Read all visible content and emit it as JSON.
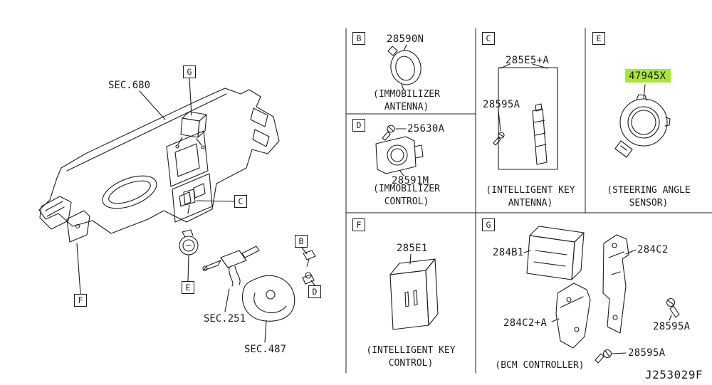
{
  "colors": {
    "highlight": "#a9e636",
    "line": "#1c1c1c"
  },
  "code": "J253029F",
  "left_diagram": {
    "sections": {
      "sec680": "SEC.680",
      "sec251": "SEC.251",
      "sec487": "SEC.487"
    },
    "callouts": {
      "g": "G",
      "c": "C",
      "b": "B",
      "d": "D",
      "e": "E",
      "f": "F"
    }
  },
  "panels": {
    "b": {
      "letter": "B",
      "part1": "28590N",
      "caption1": "(IMMOBILIZER",
      "caption2": "ANTENNA)"
    },
    "d": {
      "letter": "D",
      "part1": "25630A",
      "part2": "28591M",
      "caption1": "(IMMOBILIZER",
      "caption2": "CONTROL)"
    },
    "c": {
      "letter": "C",
      "part1": "285E5+A",
      "part2": "28595A",
      "caption1": "(INTELLIGENT KEY",
      "caption2": "ANTENNA)"
    },
    "e": {
      "letter": "E",
      "part1": "47945X",
      "caption1": "(STEERING ANGLE",
      "caption2": "SENSOR)"
    },
    "f": {
      "letter": "F",
      "part1": "285E1",
      "caption1": "(INTELLIGENT KEY",
      "caption2": "CONTROL)"
    },
    "g": {
      "letter": "G",
      "part1": "284B1",
      "part2": "284C2",
      "part3": "284C2+A",
      "part4": "28595A",
      "part5": "28595A",
      "caption1": "(BCM CONTROLLER)"
    }
  }
}
